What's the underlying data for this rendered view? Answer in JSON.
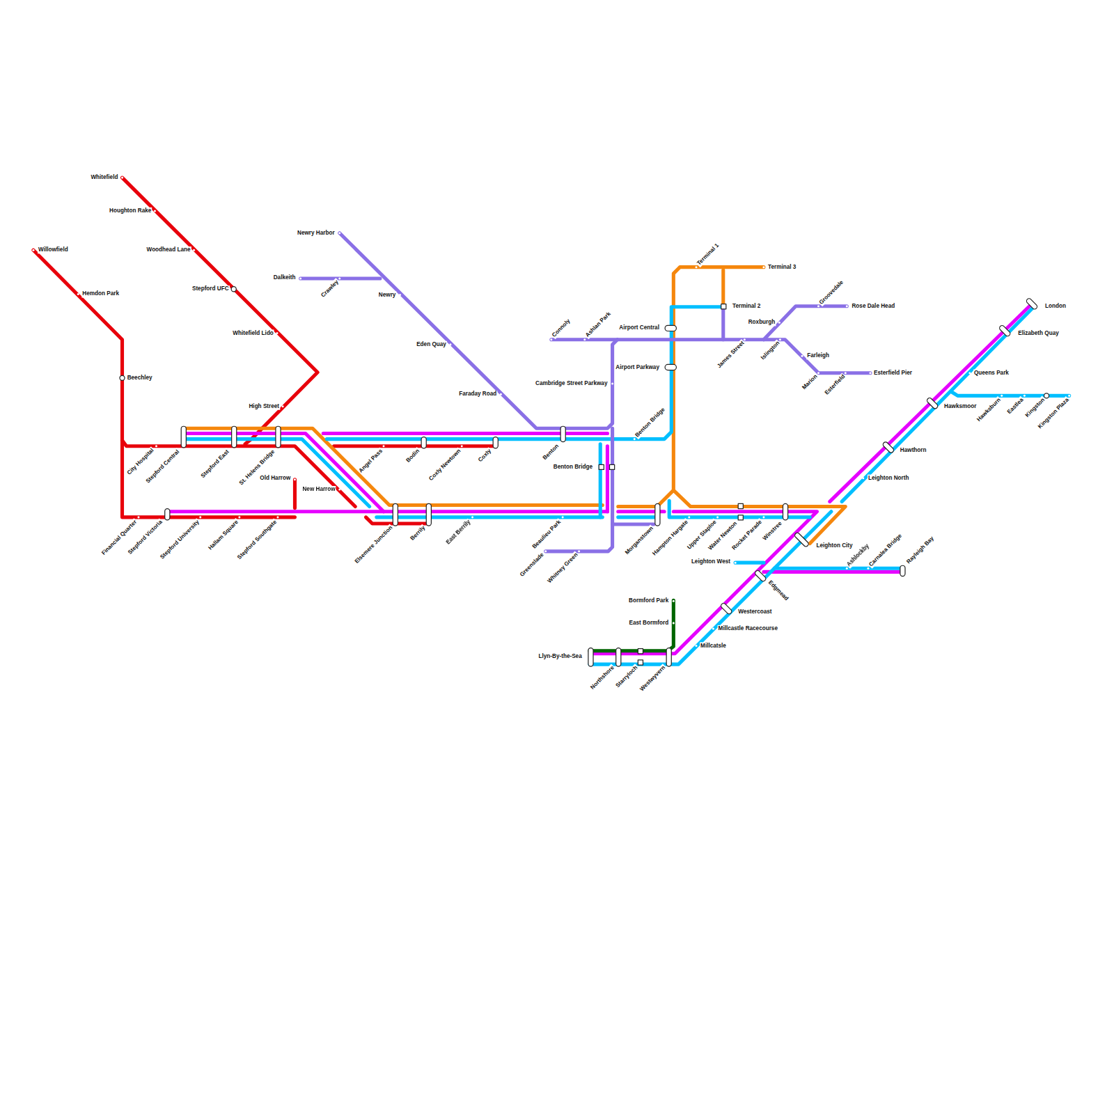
{
  "diagram": {
    "labels": [
      "Whitefield",
      "Houghton Rake",
      "Woodhead Lane",
      "Stepford UFC",
      "Whitefield Lido",
      "High Street",
      "Willowfield",
      "Hemdon Park",
      "Beechley",
      "City Hospital",
      "Stepford Central",
      "Stepford East",
      "St. Helens Bridge",
      "Old Harrow",
      "New Harrow",
      "Angel Pass",
      "Bodin",
      "Coxly Newtown",
      "Coxly",
      "Financial Quarter",
      "Stepford Victoria",
      "Stepford University",
      "Hallam Square",
      "Stepford Southgate",
      "Elsemere Junction",
      "Berrily",
      "East Berrily",
      "Beaulieu Park",
      "Greenslade",
      "Whitney Green",
      "Benton",
      "Benton Bridge",
      "Benton Bridge",
      "Morganstown",
      "Hampton Hargate",
      "Upper Staploe",
      "Water Newton",
      "Rocket Parade",
      "Winstree",
      "Newry Harbor",
      "Dalkeith",
      "Crawley",
      "Newry",
      "Eden Quay",
      "Faraday Road",
      "Connoly",
      "Ashlan Park",
      "Cambridge Street Parkway",
      "Airport Central",
      "Airport Parkway",
      "Terminal 1",
      "Terminal 3",
      "Terminal 2",
      "Roxburgh",
      "Groovedale",
      "Rose Dale Head",
      "James Street",
      "Islington",
      "Farleigh",
      "Marion",
      "Esterfield",
      "Esterfield Pier",
      "London",
      "Elizabeth Quay",
      "Queens Park",
      "Hawksmoor",
      "Hawksburn",
      "Eastlea",
      "Kingston",
      "Kingston Plaza",
      "Hawthorn",
      "Leighton North",
      "Leighton City",
      "Leighton West",
      "Ashlockby",
      "Carnalea Bridge",
      "Rayleigh Bay",
      "Edgmead",
      "Westercoast",
      "Millcastle Racecourse",
      "Millcatsle",
      "Bormford Park",
      "East Bormford",
      "Llyn-By-the-Sea",
      "Northshore",
      "Starryloch",
      "Westwyvern"
    ]
  }
}
